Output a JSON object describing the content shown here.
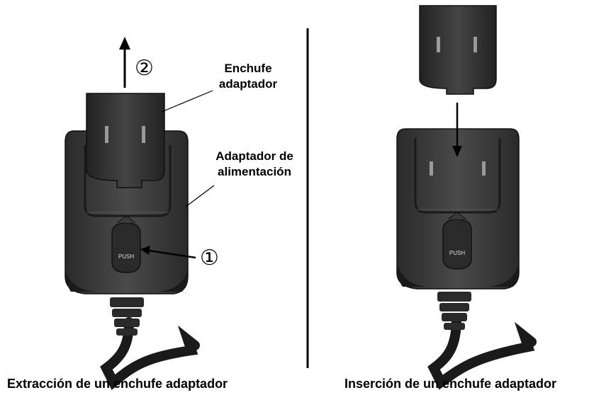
{
  "left_figure": {
    "caption": "Extracción de un enchufe adaptador",
    "label_plug_line1": "Enchufe",
    "label_plug_line2": "adaptador",
    "label_adapter_line1": "Adaptador de",
    "label_adapter_line2": "alimentación",
    "step_one": "①",
    "step_two": "②",
    "button_text": "PUSH"
  },
  "right_figure": {
    "caption": "Inserción de un enchufe adaptador",
    "button_text": "PUSH"
  },
  "colors": {
    "device_body": "#3a3a3a",
    "device_dark": "#1e1e1e",
    "device_edge": "#555555",
    "line": "#000000"
  }
}
